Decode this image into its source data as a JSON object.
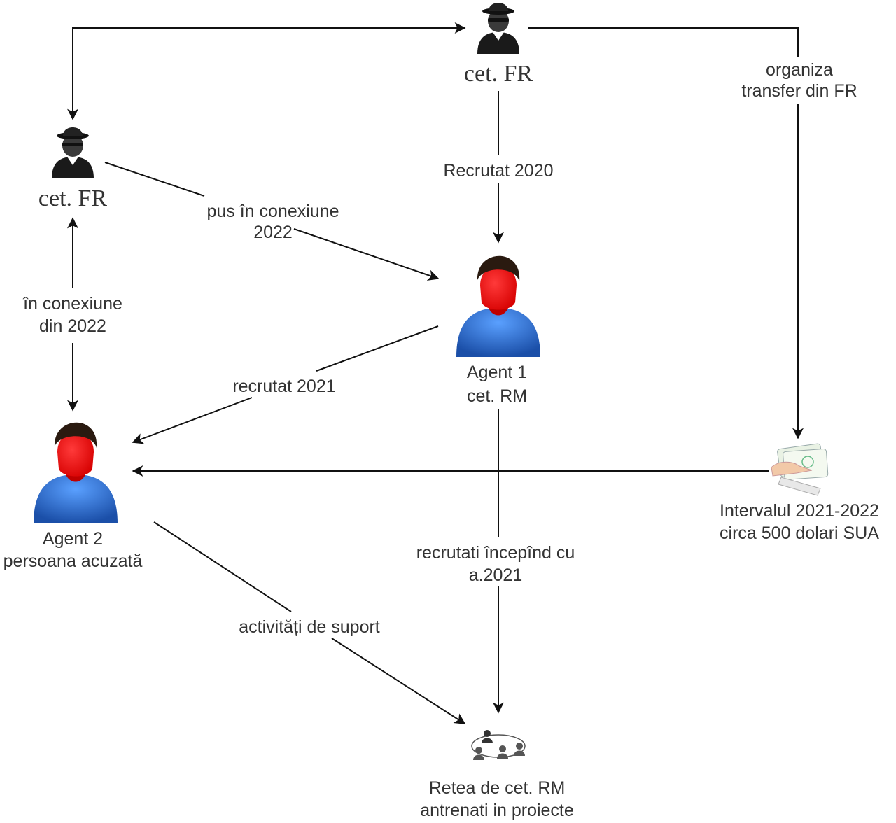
{
  "nodes": {
    "spy_top": {
      "label": "cet. FR"
    },
    "spy_left": {
      "label": "cet. FR"
    },
    "agent1": {
      "line1": "Agent 1",
      "line2": "cet. RM"
    },
    "agent2": {
      "line1": "Agent 2",
      "line2": "persoana acuzată"
    },
    "money": {
      "line1": "Intervalul 2021-2022",
      "line2": "circa 500 dolari SUA"
    },
    "network": {
      "line1": "Retea de cet. RM",
      "line2": "antrenati in proiecte"
    }
  },
  "edges": {
    "organize": {
      "line1": "organiza",
      "line2": "transfer din FR"
    },
    "recruited2020": {
      "label": "Recrutat 2020"
    },
    "connected2022": {
      "line1": "pus în conexiune",
      "line2": "2022"
    },
    "inconnection": {
      "line1": "în conexiune",
      "line2": "din 2022"
    },
    "recruited2021": {
      "label": "recrutat 2021"
    },
    "recruitedfrom": {
      "line1": "recrutati începînd cu",
      "line2": "a.2021"
    },
    "support": {
      "label": "activități de suport"
    }
  },
  "colors": {
    "agent_face": "#ff0000",
    "agent_shirt": "#2a6fd0",
    "spy_dark": "#1a1a1a",
    "line": "#111111"
  },
  "icons": [
    "spy-icon",
    "agent-icon",
    "money-hand-icon",
    "network-icon"
  ]
}
